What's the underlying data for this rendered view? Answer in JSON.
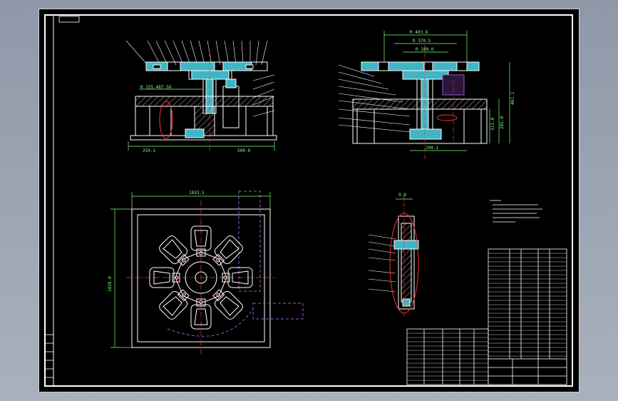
{
  "drawing": {
    "colors": {
      "outline": "#ffffff",
      "dimension": "#7dff7d",
      "cut_fill": "#3fb6c4",
      "section": "#ff3030",
      "phantom": "#9d58c9",
      "hatch": "#b9b9b9"
    },
    "front_view": {
      "dim_top_right": "R 155.487.56",
      "dim_bottom_left": "250.1",
      "dim_bottom_right": "500.0"
    },
    "side_view": {
      "dim_top_1": "R 403.8",
      "dim_top_2": "R 370.5",
      "dim_top_3": "R 180.0",
      "dim_right_1": "461.1",
      "dim_right_2": "282.0",
      "dim_right_3": "312.0",
      "dim_bottom": "290.1"
    },
    "top_view": {
      "dim_width": "1833.5",
      "dim_height": "1838.0"
    },
    "detail_view": {
      "dim_top": "9.0"
    }
  }
}
